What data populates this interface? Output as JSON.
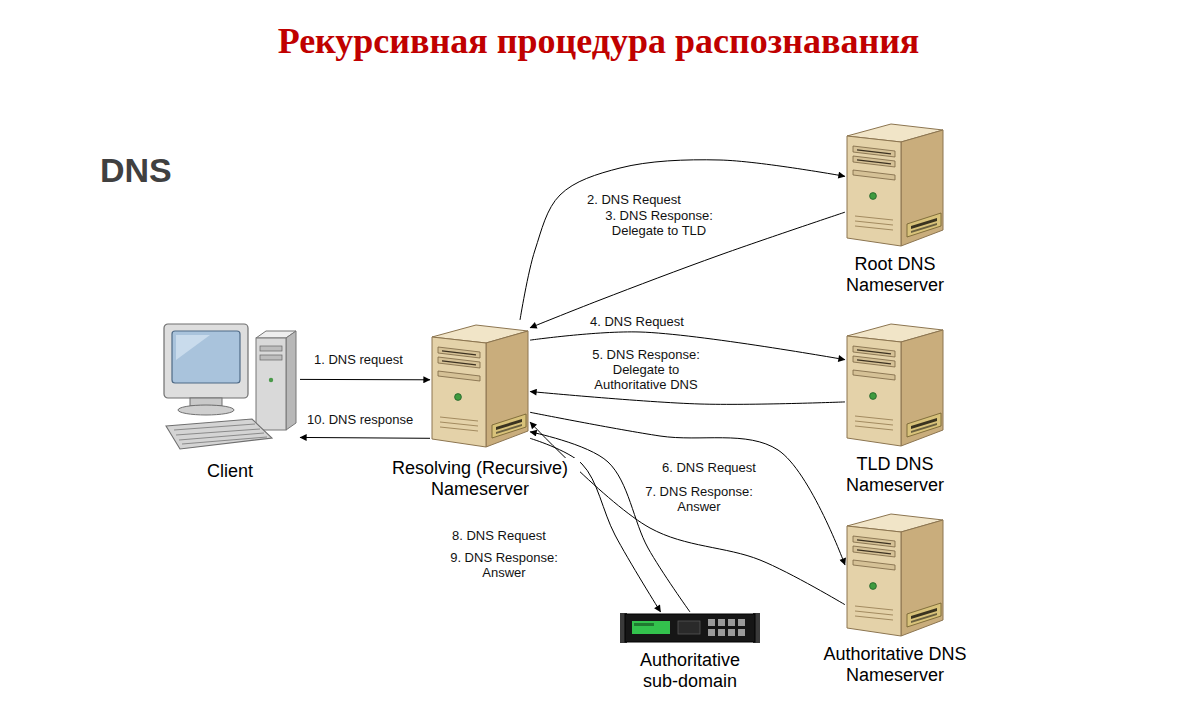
{
  "diagram": {
    "title": "Рекурсивная процедура распознавания",
    "nodes": [
      {
        "text": [
          "Client"
        ]
      },
      {
        "text": [
          "Resolving (Recursive) Nameserver"
        ]
      },
      {
        "text": [
          "Root DNS Nameserver"
        ]
      },
      {
        "text": [
          "TLD DNS Nameserver"
        ]
      },
      {
        "text": [
          "Authoritative DNS Nameserver"
        ]
      },
      {
        "text": [
          "Authoritative sub-domain"
        ]
      }
    ],
    "edges": [
      {
        "from": 0,
        "to": 1,
        "label": "1. DNS request",
        "arrow": "to"
      },
      {
        "from": 1,
        "to": 2,
        "label": "2. DNS Request",
        "arrow": "to"
      },
      {
        "from": 2,
        "to": 1,
        "label": "3. DNS Response: Delegate to TLD",
        "arrow": "to"
      },
      {
        "from": 1,
        "to": 3,
        "label": "4. DNS Request",
        "arrow": "to"
      },
      {
        "from": 3,
        "to": 1,
        "label": "5. DNS Response: Delegate to Authoritative DNS",
        "arrow": "to"
      },
      {
        "from": 1,
        "to": 4,
        "label": "6. DNS Request",
        "arrow": "to"
      },
      {
        "from": 4,
        "to": 1,
        "label": "7. DNS Response: Answer",
        "arrow": "to"
      },
      {
        "from": 1,
        "to": 5,
        "label": "8. DNS Request",
        "arrow": "to"
      },
      {
        "from": 5,
        "to": 1,
        "label": "9. DNS Response: Answer",
        "arrow": "to"
      },
      {
        "from": 1,
        "to": 0,
        "label": "10. DNS response",
        "arrow": "to"
      }
    ],
    "labels": [
      "DNS"
    ]
  }
}
